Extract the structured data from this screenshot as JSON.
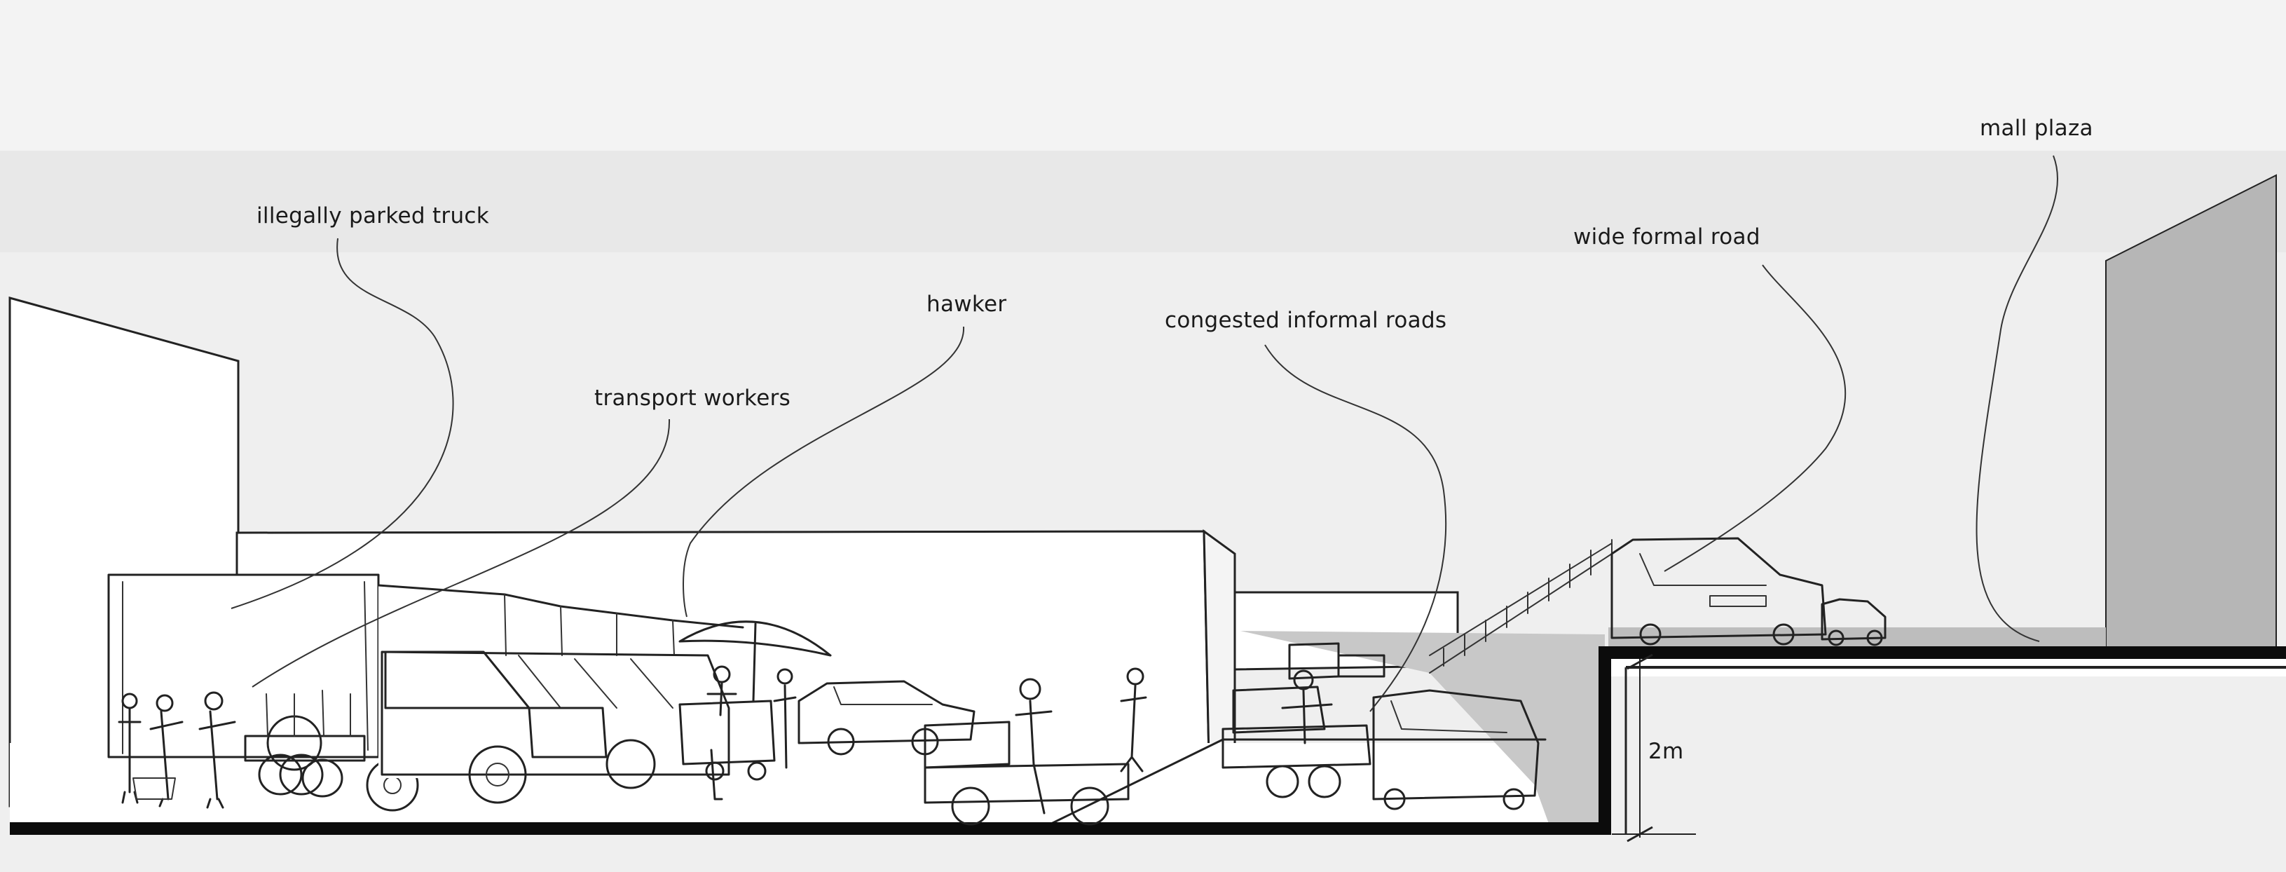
{
  "annotations": {
    "illegally_parked_truck": "illegally parked truck",
    "transport_workers": "transport workers",
    "hawker": "hawker",
    "congested_informal_roads": "congested informal roads",
    "wide_formal_road": "wide formal road",
    "mall_plaza": "mall plaza"
  },
  "dimension": {
    "height_label": "2m"
  },
  "colors": {
    "sky_band": "#e9e9e9",
    "background": "#f1f1f1",
    "ground": "#ffffff",
    "shade": "#c4c4c4",
    "ink": "#111111"
  }
}
